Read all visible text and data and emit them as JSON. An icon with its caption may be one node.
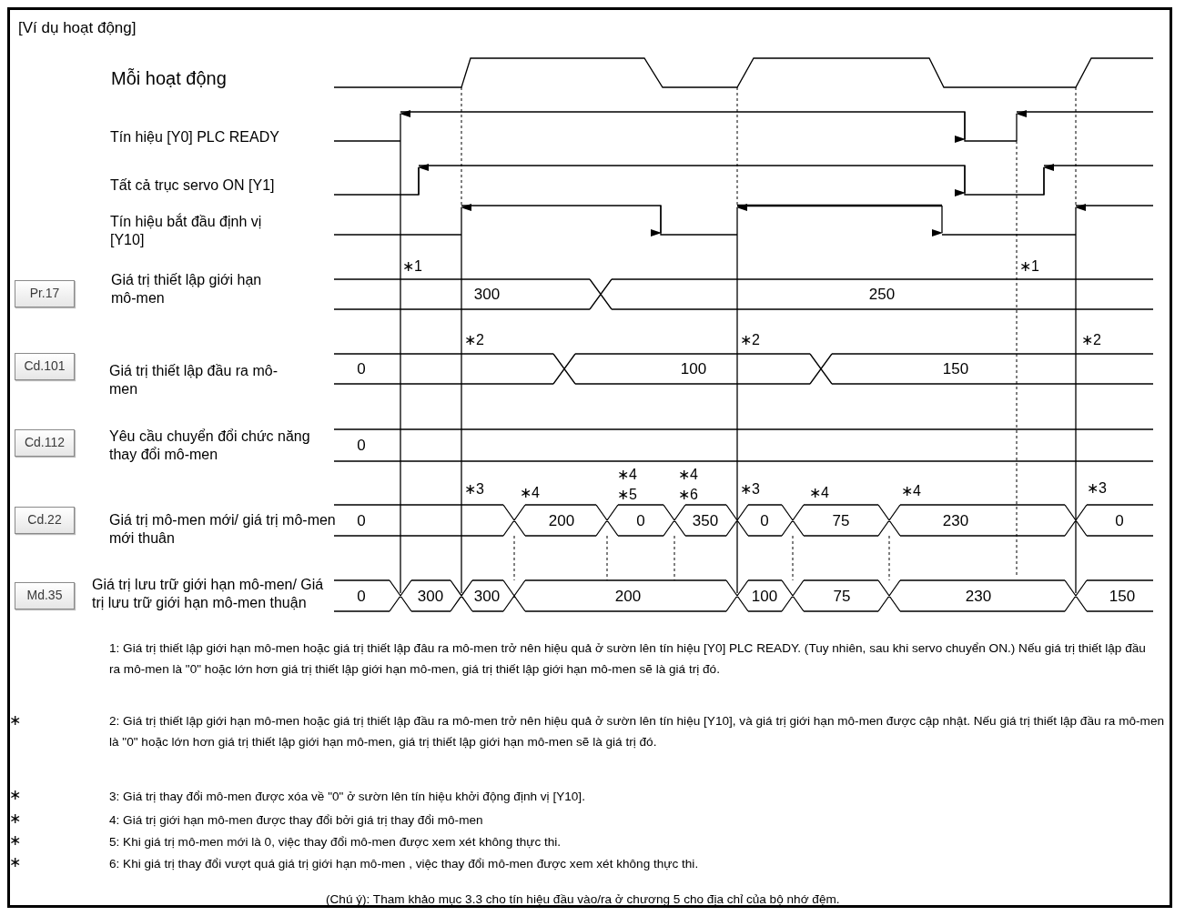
{
  "diagram": {
    "title": "[Ví dụ hoạt động]",
    "labels": [
      "Mỗi hoạt động",
      "Tín hiệu [Y0] PLC READY",
      "Tất cả trục servo ON [Y1]",
      "Tín hiệu bắt đầu định vị [Y10]",
      "∗1",
      "∗1",
      "Pr.17",
      "Giá trị thiết lập giới hạn mô-men",
      "300",
      "250",
      "∗2",
      "∗2",
      "∗2",
      "Cd.101",
      "Giá trị thiết lập đầu ra mô-men",
      "0",
      "100",
      "150",
      "Cd.112",
      "Yêu cầu chuyển đổi chức năng thay đổi mô-men",
      "0",
      "∗4 ∗5",
      "∗4 ∗6",
      "∗3",
      "∗4",
      "∗3",
      "∗4",
      "∗4",
      "∗3",
      "Cd.22",
      "Giá trị mô-men mới/ giá trị mô-men mới thuân",
      "0",
      "200",
      "0",
      "350",
      "0",
      "75",
      "230",
      "0",
      "Md.35",
      "Giá trị lưu trữ giới hạn mô-men/ Giá trị lưu trữ giới hạn mô-men thuận",
      "0",
      "300",
      "300",
      "200",
      "100",
      "75",
      "230",
      "150",
      "1: Giá trị thiết lập giới hạn mô-men hoặc giá trị thiết lập đâu ra mô-men trở nên hiệu quả ở sườn lên tín hiệu [Y0] PLC READY. (Tuy nhiên, sau khi servo chuyển ON.) Nếu giá trị thiết lập đầu ra mô-men là \"0\" hoặc lớn hơn giá trị thiết lập giới hạn mô-men, giá trị thiết lập giới hạn mô-men sẽ là giá trị đó.",
      "∗",
      "2: Giá trị thiết lập giới hạn mô-men hoặc giá trị thiết lập đầu ra mô-men trở nên hiệu quả ở sườn lên tín hiệu [Y10], và giá trị giới hạn mô-men được cập nhật. Nếu giá trị thiết lập đầu ra mô-men là \"0\" hoặc lớn hơn giá trị thiết lập giới hạn mô-men, giá trị thiết lập giới hạn mô-men sẽ là giá trị đó.",
      "∗",
      "3: Giá trị thay đổi mô-men được xóa về \"0\" ở sườn lên tín hiệu khởi động định vị [Y10].",
      "∗",
      "4: Giá trị giới hạn mô-men được thay đổi bởi giá trị thay đổi mô-men",
      "∗",
      "5: Khi giá trị mô-men mới là 0, việc thay đổi mô-men được xem xét không thực thi.",
      "∗",
      "6: Khi giá trị thay đổi vượt quá giá trị giới hạn mô-men , việc thay đổi mô-men được xem xét không thực thi.",
      "(Chú ý): Tham khảo mục 3.3 cho tín hiệu đầu vào/ra ở chương 5 cho địa chỉ của bộ nhớ đệm."
    ]
  }
}
